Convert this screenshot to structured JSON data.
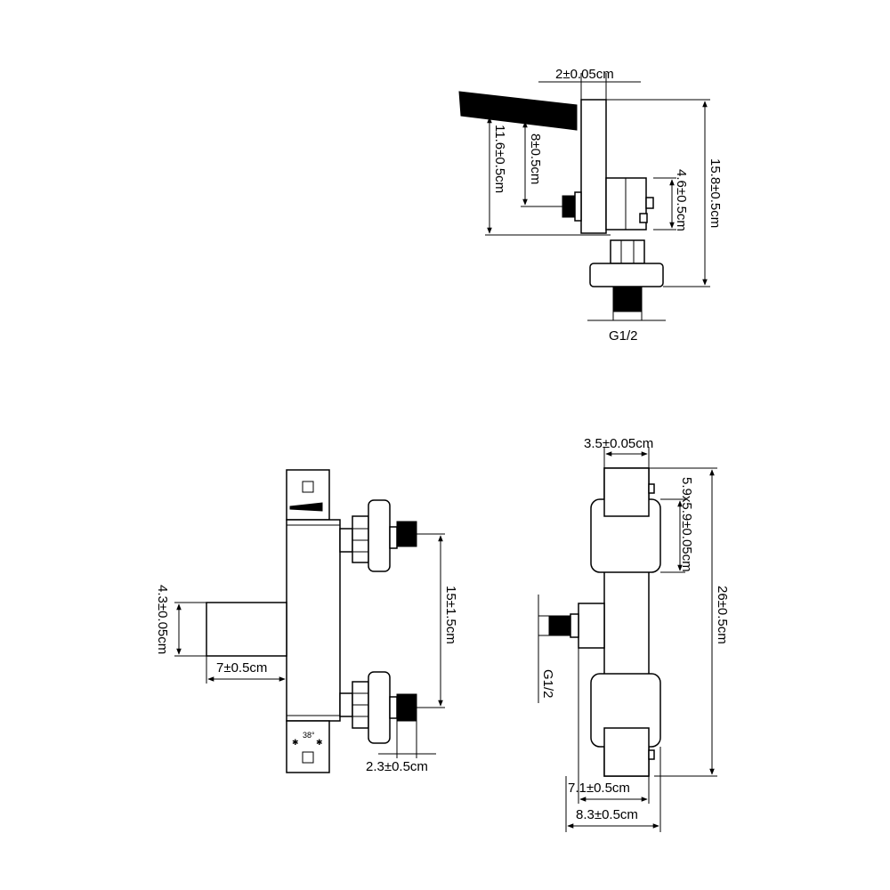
{
  "views": {
    "side": {
      "width_top": "2±0.05cm",
      "lever_height": "8±0.5cm",
      "spout_height": "11.6±0.5cm",
      "body_height": "4.6±0.5cm",
      "total_height": "15.8±0.5cm",
      "thread": "G1/2"
    },
    "front": {
      "outlet_height": "4.3±0.05cm",
      "outlet_length": "7±0.5cm",
      "inlet_spacing": "15±1.5cm",
      "inlet_depth": "2.3±0.5cm",
      "knob_markings": {
        "temp": "38°"
      }
    },
    "end": {
      "top_width": "3.5±0.05cm",
      "handle_size": "5.9x5.9±0.05cm",
      "total_length": "26±0.5cm",
      "thread": "G1/2",
      "body_width": "7.1±0.5cm",
      "overall_width": "8.3±0.5cm"
    }
  },
  "colors": {
    "line": "#000000",
    "background": "#ffffff"
  }
}
